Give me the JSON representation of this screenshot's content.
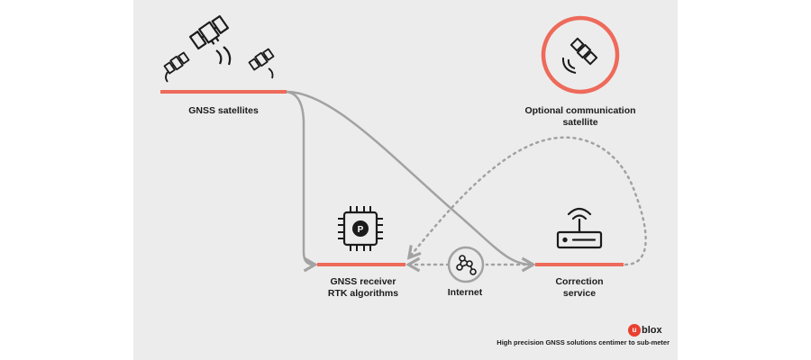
{
  "diagram": {
    "nodes": {
      "gnss_satellites": {
        "label": "GNSS satellites",
        "icon": "satellite-icon"
      },
      "optional_satellite": {
        "label_lines": [
          "Optional communication",
          "satellite"
        ],
        "icon": "satellite-signal-icon"
      },
      "gnss_receiver": {
        "label_lines": [
          "GNSS receiver",
          "RTK algorithms"
        ],
        "icon": "processor-chip-icon",
        "chip_letter": "P"
      },
      "internet": {
        "label": "Internet",
        "icon": "network-nodes-icon"
      },
      "correction_service": {
        "label_lines": [
          "Correction",
          "service"
        ],
        "icon": "router-icon"
      }
    },
    "edges": [
      {
        "from": "gnss_satellites",
        "to": "gnss_receiver",
        "style": "solid"
      },
      {
        "from": "gnss_satellites",
        "to": "correction_service",
        "style": "solid"
      },
      {
        "from": "correction_service",
        "to": "gnss_receiver",
        "via": "internet",
        "style": "dotted"
      },
      {
        "from": "correction_service",
        "to": "gnss_receiver",
        "via": "optional_satellite",
        "style": "dotted"
      }
    ],
    "caption": "High precision GNSS solutions centimer to sub-meter"
  },
  "brand": {
    "logo_mark": "u",
    "logo_text": "blox"
  },
  "colors": {
    "accent": "#ee6a5a",
    "line": "#a2a2a2",
    "icon": "#1b1b1b",
    "background": "#ececec"
  }
}
